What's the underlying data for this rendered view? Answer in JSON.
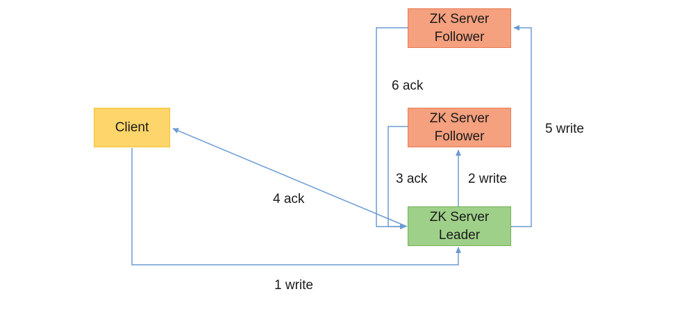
{
  "colors": {
    "client_fill": "#fdd56a",
    "client_border": "#f2c230",
    "follower_fill": "#f5a07e",
    "follower_border": "#e77b52",
    "leader_fill": "#9fd089",
    "leader_border": "#70b053",
    "edge": "#6b9bd2",
    "text": "#1a1a1a"
  },
  "nodes": {
    "client": {
      "label": "Client"
    },
    "follower_top": {
      "label": "ZK Server\nFollower"
    },
    "follower_mid": {
      "label": "ZK Server\nFollower"
    },
    "leader": {
      "label": "ZK Server\nLeader"
    }
  },
  "edges": {
    "write_1": {
      "label": "1 write"
    },
    "write_2": {
      "label": "2 write"
    },
    "ack_3": {
      "label": "3 ack"
    },
    "ack_4": {
      "label": "4 ack"
    },
    "write_5": {
      "label": "5 write"
    },
    "ack_6": {
      "label": "6 ack"
    }
  }
}
